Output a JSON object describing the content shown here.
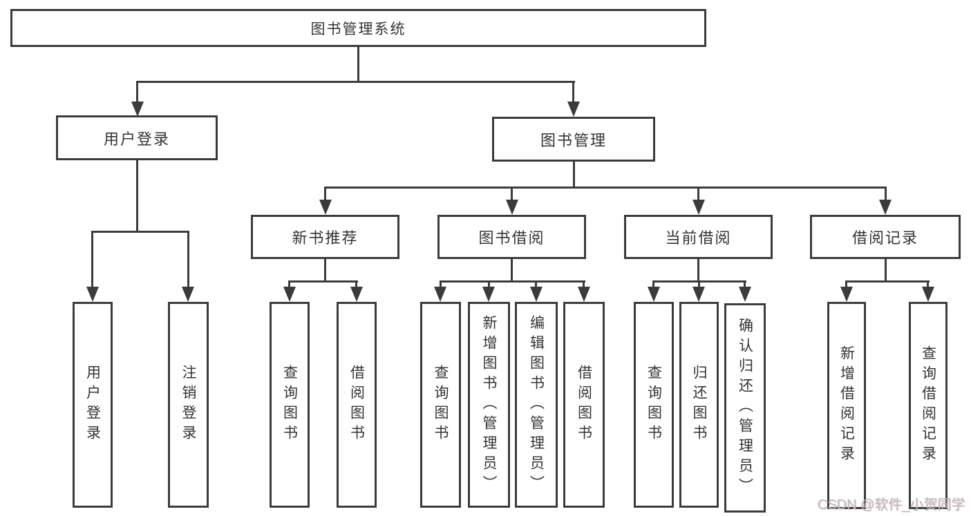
{
  "diagram": {
    "root": {
      "label": "图书管理系统"
    },
    "user_branch": {
      "label": "用户登录",
      "children": [
        {
          "label": "用户登录"
        },
        {
          "label": "注销登录"
        }
      ]
    },
    "management_branch": {
      "label": "图书管理",
      "groups": [
        {
          "label": "新书推荐",
          "children": [
            {
              "label": "查询图书"
            },
            {
              "label": "借阅图书"
            }
          ]
        },
        {
          "label": "图书借阅",
          "children": [
            {
              "label": "查询图书"
            },
            {
              "label": "新增图书（管理员）"
            },
            {
              "label": "编辑图书（管理员）"
            },
            {
              "label": "借阅图书"
            }
          ]
        },
        {
          "label": "当前借阅",
          "children": [
            {
              "label": "查询图书"
            },
            {
              "label": "归还图书"
            },
            {
              "label": "确认归还（管理员）"
            }
          ]
        },
        {
          "label": "借阅记录",
          "children": [
            {
              "label": "新增借阅记录"
            },
            {
              "label": "查询借阅记录"
            }
          ]
        }
      ]
    }
  },
  "watermark": {
    "text": "CSDN @软件_小贺同学"
  },
  "colors": {
    "line": "#3b3b3b",
    "text": "#333333",
    "watermark": "#bdbdbd"
  }
}
